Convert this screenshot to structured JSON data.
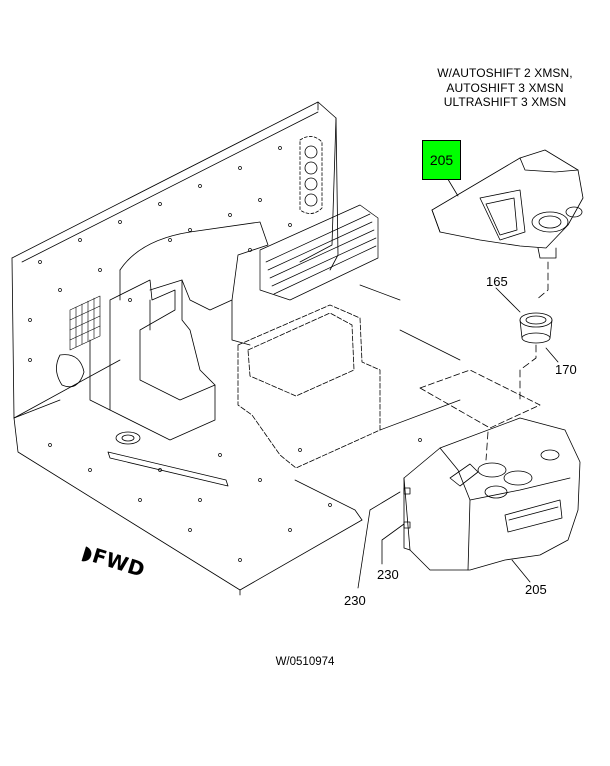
{
  "note": {
    "lines": [
      "W/AUTOSHIFT 2 XMSN,",
      "AUTOSHIFT 3 XMSN",
      "ULTRASHIFT 3 XMSN"
    ]
  },
  "highlight_color": "#00ff00",
  "callouts": {
    "c205_top": "205",
    "c165": "165",
    "c170": "170",
    "c230_right": "230",
    "c230_left": "230",
    "c205_bottom": "205"
  },
  "fwd_label": "FWD",
  "drawing_id": "W/0510974"
}
